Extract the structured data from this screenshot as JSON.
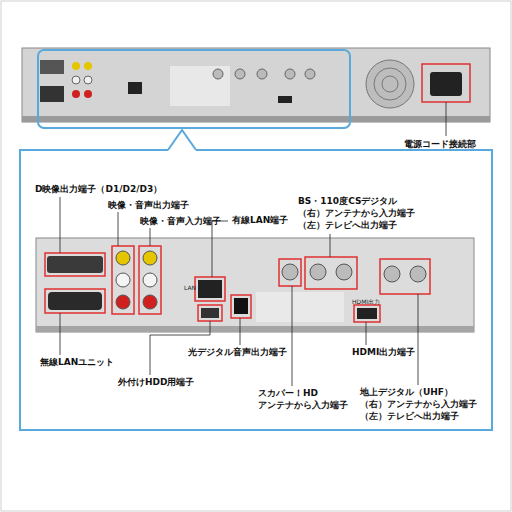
{
  "diagram": {
    "labels": [
      "電源コード接続部",
      "D映像出力端子（D1/D2/D3）",
      "映像・音声出力端子",
      "映像・音声入力端子",
      "有線LAN端子",
      "BS・110度CSデジタル",
      "（右）アンテナから入力端子",
      "（左）テレビへ出力端子",
      "無線LANユニット",
      "外付けHDD用端子",
      "光デジタル音声出力端子",
      "スカパー！HD",
      "アンテナから入力端子",
      "HDMI出力端子",
      "地上デジタル（UHF）",
      "（右）アンテナから入力端子",
      "（左）テレビへ出力端子",
      "LAN",
      "HDMI出力"
    ]
  }
}
